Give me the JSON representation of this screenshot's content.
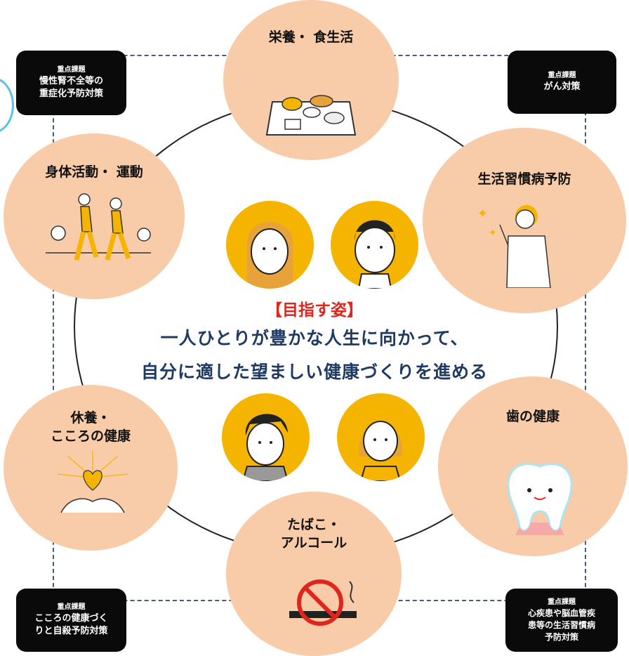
{
  "badges": {
    "kidney": {
      "small": "重点課題",
      "main": "慢性腎不全等の\n重症化予防対策"
    },
    "cancer": {
      "small": "重点課題",
      "main": "がん対策"
    },
    "mental": {
      "small": "重点課題",
      "main": "こころの健康づく\nりと自殺予防対策"
    },
    "heart": {
      "small": "重点課題",
      "main": "心疾患や脳血管疾\n患等の生活習慣病\n予防対策"
    }
  },
  "topics": {
    "nutrition": "栄養・ 食生活",
    "exercise": "身体活動・ 運動",
    "lifestyle": "生活習慣病予防",
    "rest": "休養・\nこころの健康",
    "teeth": "歯の健康",
    "tobacco": "たばこ・\nアルコール"
  },
  "goal": {
    "heading": "【目指す姿】",
    "line1": "一人ひとりが豊かな人生に向かって、",
    "line2": "自分に適した望ましい健康づくりを進める"
  },
  "colors": {
    "accent_orange": "#f8cba9",
    "face_yellow": "#f5b400",
    "goal_red": "#e0261c",
    "goal_navy": "#1f3a63"
  }
}
